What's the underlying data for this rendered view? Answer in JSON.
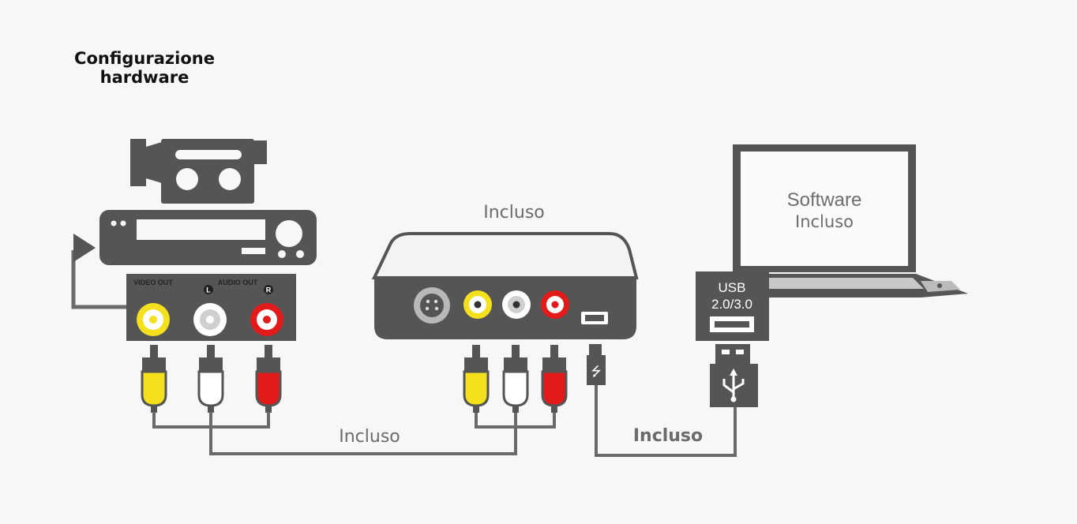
{
  "title": {
    "line1": "Configurazione",
    "line2": "hardware"
  },
  "labels": {
    "device_included": "Incluso",
    "rca_cable_included": "Incluso",
    "usb_cable_included": "Incluso"
  },
  "laptop": {
    "screen_line1": "Software",
    "screen_line2": "Incluso"
  },
  "usb_port": {
    "line1": "USB",
    "line2": "2.0/3.0"
  },
  "av_panel": {
    "video_out": "VIDEO OUT",
    "audio_out": "AUDIO OUT",
    "left": "L",
    "right": "R"
  },
  "colors": {
    "device_gray": "#555555",
    "cable_gray": "#6a6a6a",
    "yellow": "#f4e01c",
    "white": "#ffffff",
    "red": "#e21a1a"
  },
  "icons": [
    "camcorder-icon",
    "vcr-icon",
    "grabber-device-icon",
    "laptop-icon",
    "usb-plug-icon",
    "usb-symbol-icon",
    "rca-plug-icon"
  ]
}
